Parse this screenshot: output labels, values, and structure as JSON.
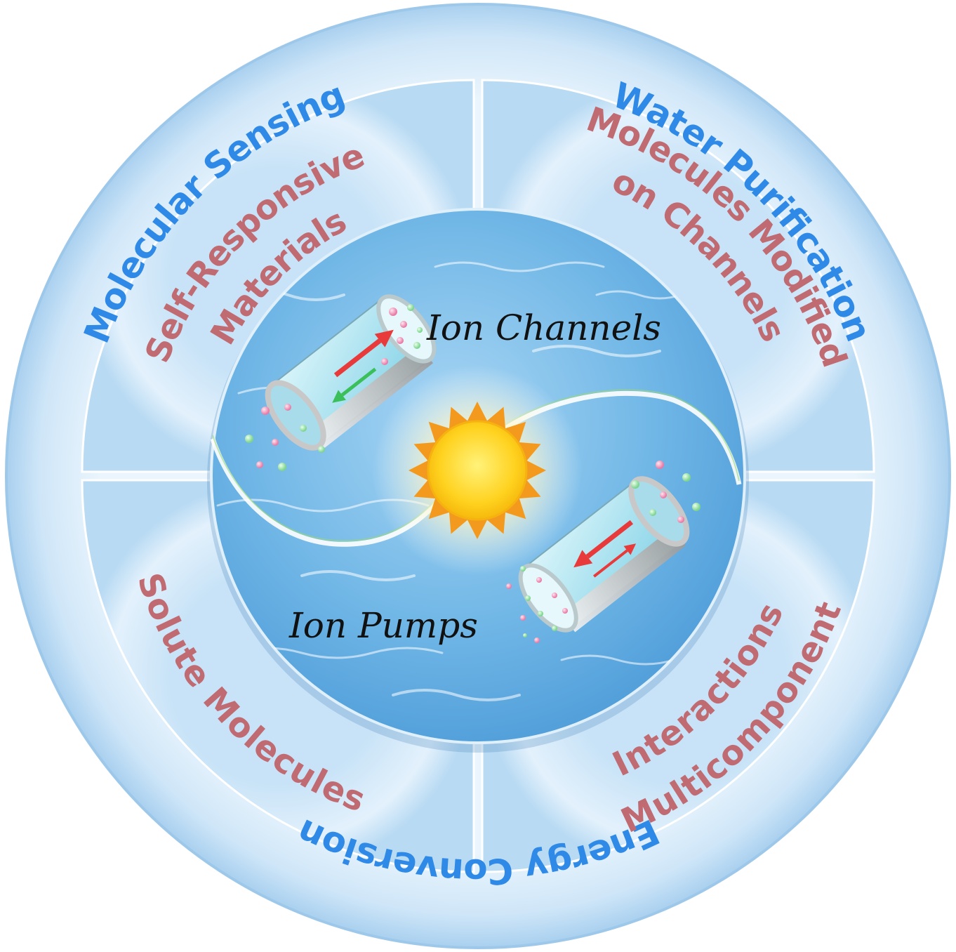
{
  "outer_ring": {
    "top_left": "Molecular Sensing",
    "top_right": "Water Purification",
    "bottom": "Energy Conversion"
  },
  "inner_ring": {
    "top_left_line1": "Self-Responsive",
    "top_left_line2": "Materials",
    "top_right_line1": "Molecules Modified",
    "top_right_line2": "on Channels",
    "bottom_left": "Solute Molecules",
    "bottom_right_line1": "Multicomponent",
    "bottom_right_line2": "Interactions"
  },
  "core": {
    "upper_label": "Ion Channels",
    "lower_label": "Ion Pumps"
  },
  "colors": {
    "outer_text": "#2e8ae6",
    "inner_text": "#c06a72",
    "water": "#6fb6e6",
    "sun": "#ffd21f",
    "sun_rays": "#f39a1e"
  },
  "icons": [
    "sun-icon",
    "ion-channel-icon",
    "ion-pump-icon",
    "ion-particle"
  ]
}
